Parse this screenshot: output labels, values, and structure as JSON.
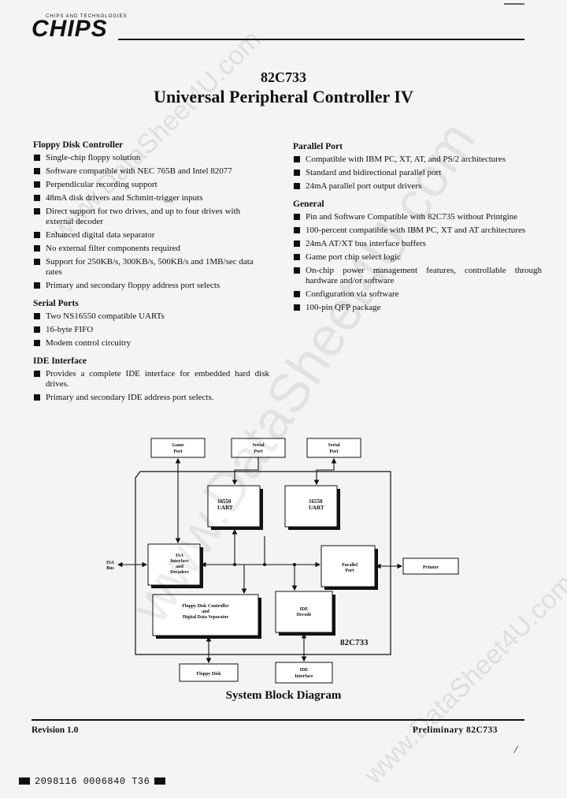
{
  "header": {
    "logo": "CHIPS",
    "logo_tagline": "CHIPS AND TECHNOLOGIES",
    "part_number": "82C733",
    "title": "Universal Peripheral Controller IV"
  },
  "left_column": {
    "floppy": {
      "heading": "Floppy Disk Controller",
      "items": [
        "Single-chip floppy solution",
        "Software compatible with NEC 765B and Intel 82077",
        "Perpendicular recording support",
        "48mA disk drivers and Schmitt-trigger inputs",
        "Direct support for two drives, and up to four drives with external decoder",
        "Enhanced digital data separator",
        "No external filter components required",
        "Support for 250KB/s, 300KB/s, 500KB/s and 1MB/sec data rates",
        "Primary and secondary floppy address port selects"
      ]
    },
    "serial": {
      "heading": "Serial Ports",
      "items": [
        "Two NS16550 compatible UARTs",
        "16-byte FIFO",
        "Modem control circuitry"
      ]
    },
    "ide": {
      "heading": "IDE Interface",
      "items": [
        "Provides a complete IDE interface for embedded hard disk drives.",
        "Primary and secondary IDE address port selects."
      ]
    }
  },
  "right_column": {
    "parallel": {
      "heading": "Parallel Port",
      "items": [
        "Compatible with IBM PC, XT, AT, and PS/2 architectures",
        "Standard and bidirectional parallel port",
        "24mA parallel port output drivers"
      ]
    },
    "general": {
      "heading": "General",
      "items": [
        "Pin and Software Compatible with 82C735 without Printgine",
        "100-percent compatible with IBM PC, XT and AT architectures",
        "24mA AT/XT bus interface buffers",
        "Game port chip select logic",
        "On-chip power management features, controllable through hardware and/or software",
        "Configuration via software",
        "100-pin QFP package"
      ]
    }
  },
  "diagram": {
    "game_port": [
      "Game",
      "Port"
    ],
    "serial_port_1": [
      "Serial",
      "Port"
    ],
    "serial_port_2": [
      "Serial",
      "Port"
    ],
    "uart_1": [
      "16550",
      "UART"
    ],
    "uart_2": [
      "16550",
      "UART"
    ],
    "isa_bus": [
      "ISA",
      "Bus"
    ],
    "isa_interface": [
      "ISA",
      "Interface",
      "and",
      "Decoders"
    ],
    "parallel_port": [
      "Parallel",
      "Port"
    ],
    "printer": "Printer",
    "floppy_controller": [
      "Floppy Disk Controller",
      "and",
      "Digital Data Separator"
    ],
    "ide_decode": [
      "IDE",
      "Decode"
    ],
    "chip_label": "82C733",
    "floppy_disk": "Floppy Disk",
    "ide_interface": [
      "IDE",
      "Interface"
    ],
    "caption": "System Block Diagram"
  },
  "footer": {
    "revision": "Revision 1.0",
    "preliminary": "Preliminary  82C733",
    "slash": "/",
    "barcode_text": "2098116 0006840 T36"
  },
  "watermarks": {
    "main": "www.DataSheet4U.com",
    "top": "www.DataSheet4U.com",
    "bottom": "www.DataSheet4U.com"
  }
}
